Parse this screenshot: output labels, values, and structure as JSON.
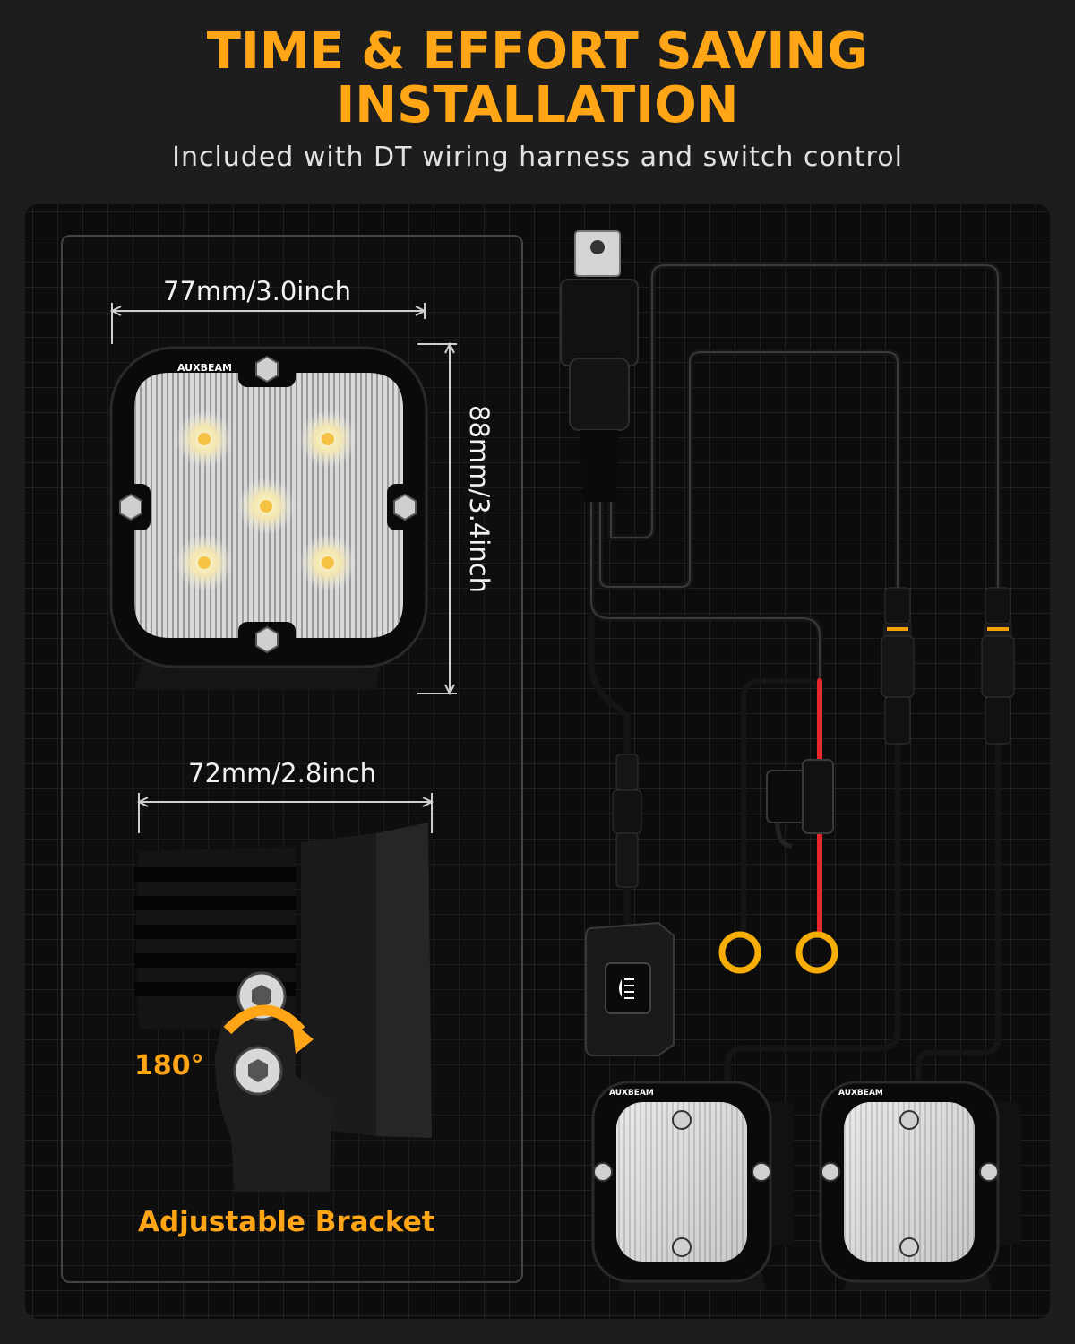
{
  "header": {
    "title_line1": "TIME & EFFORT SAVING",
    "title_line2": "INSTALLATION",
    "subtitle": "Included with DT wiring harness and switch control"
  },
  "dimensions": {
    "front_width": "77mm/3.0inch",
    "front_height": "88mm/3.4inch",
    "side_width": "72mm/2.8inch"
  },
  "bracket": {
    "rotation": "180°",
    "label": "Adjustable Bracket"
  },
  "brand": "AUXBEAM",
  "colors": {
    "accent": "#ffa516",
    "background": "#1d1d1d",
    "board": "#0c0c0c",
    "power_wire": "#e8262a"
  }
}
